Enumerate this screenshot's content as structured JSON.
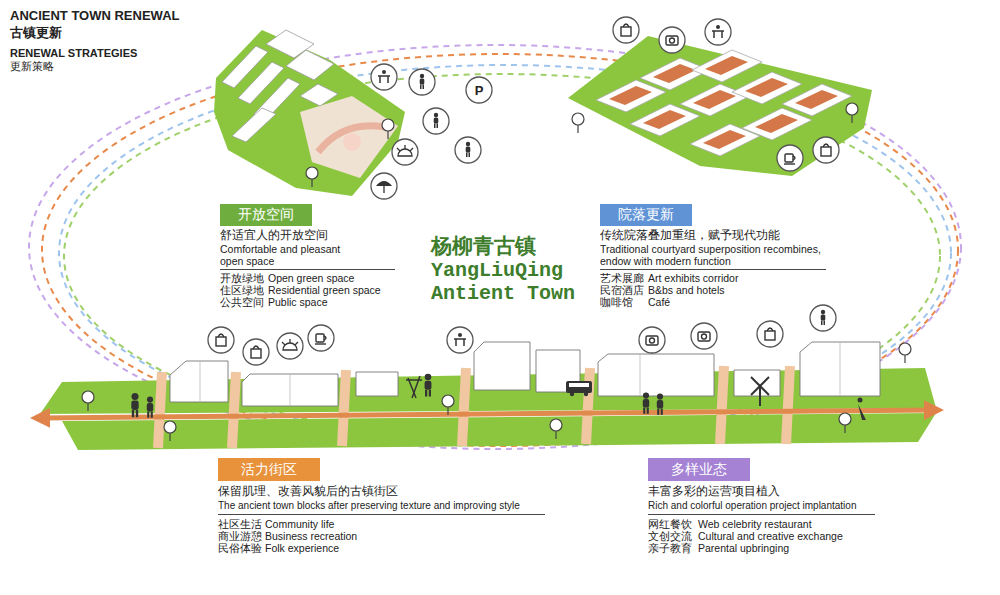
{
  "diagram": {
    "title": "ANCIENT TOWN RENEWAL",
    "nodes": [
      {
        "text": [
          "开放空间"
        ]
      },
      {
        "text": [
          "院落更新"
        ]
      },
      {
        "text": [
          "活力街区"
        ]
      },
      {
        "text": [
          "多样业态"
        ]
      }
    ],
    "labels": [
      "古镇更新",
      "RENEWAL STRATEGIES",
      "更新策略",
      "P",
      "杨柳青古镇",
      "YangLiuQing",
      "Antient Town",
      "舒适宜人的开放空间",
      "Comfortable and pleasant open space",
      "开放绿地",
      "Open green space",
      "住区绿地",
      "Residential green space",
      "公共空间",
      "Public space",
      "传统院落叠加重组，赋予现代功能",
      "Traditional courtyard superposition recombines, endow with modern function",
      "艺术展廊",
      "Art exhibits corridor",
      "民宿酒店",
      "B&bs and hotels",
      "咖啡馆",
      "Café",
      "保留肌理、改善风貌后的古镇街区",
      "The ancient town blocks after preserving texture and improving style",
      "社区生活",
      "Community life",
      "商业游憩",
      "Business recreation",
      "民俗体验",
      "Folk experience",
      "丰富多彩的运营项目植入",
      "Rich and colorful operation project implantation",
      "网红餐饮",
      "Web celebrity restaurant",
      "文创交流",
      "Cultural and creative exchange",
      "亲子教育",
      "Parental upbringing"
    ]
  }
}
